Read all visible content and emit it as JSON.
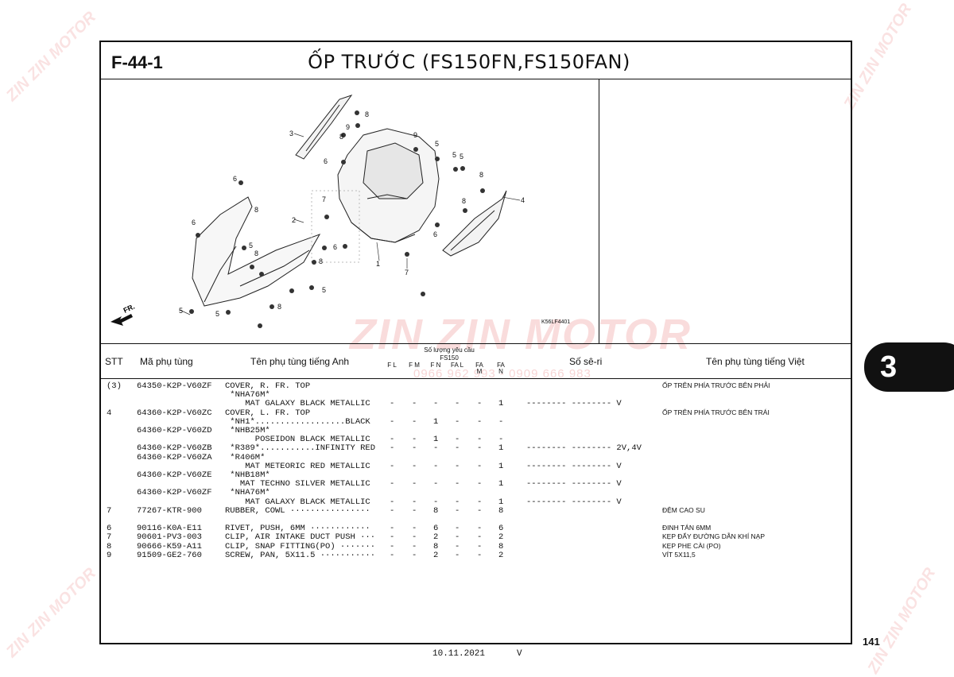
{
  "figure_code": "F-44-1",
  "title": "ỐP TRƯỚC (FS150FN,FS150FAN)",
  "drawing_code": "K56LF4401",
  "watermark": {
    "brand": "ZIN ZIN MOTOR",
    "phones": "0966 962 993 - 0909 666 983"
  },
  "callouts": [
    "1",
    "2",
    "3",
    "4",
    "5",
    "5",
    "5",
    "5",
    "5",
    "5",
    "5",
    "6",
    "6",
    "6",
    "6",
    "6",
    "7",
    "7",
    "8",
    "8",
    "8",
    "8",
    "8",
    "8",
    "8",
    "8",
    "9",
    "9"
  ],
  "direction_label": "FR.",
  "table_header": {
    "stt": "STT",
    "part_no": "Mã phụ tùng",
    "name_en": "Tên phụ tùng tiếng Anh",
    "qty_required": "Số lượng yêu cầu",
    "model": "FS150",
    "cols": [
      "F L",
      "F M",
      "F N",
      "FA L",
      "FA M",
      "FA N"
    ],
    "serial": "Số sê-ri",
    "name_vi": "Tên phụ tùng tiếng Việt"
  },
  "rows": [
    {
      "stt": "(3)",
      "part": "64350-K2P-V60ZF",
      "name": "COVER, R. FR. TOP",
      "qty": [
        "",
        "",
        "",
        "",
        "",
        ""
      ],
      "serial": "",
      "vi": "ỐP TRÊN PHÍA TRƯỚC BÊN PHẢI"
    },
    {
      "stt": "",
      "part": "",
      "name": " *NHA76M*",
      "qty": [
        "",
        "",
        "",
        "",
        "",
        ""
      ],
      "serial": "",
      "vi": ""
    },
    {
      "stt": "",
      "part": "",
      "name": "    MAT GALAXY BLACK METALLIC",
      "qty": [
        "-",
        "-",
        "-",
        "-",
        "-",
        "1"
      ],
      "serial": "-------- -------- V",
      "vi": ""
    },
    {
      "stt": "4",
      "part": "64360-K2P-V60ZC",
      "name": "COVER, L. FR. TOP",
      "qty": [
        "",
        "",
        "",
        "",
        "",
        ""
      ],
      "serial": "",
      "vi": "ỐP TRÊN PHÍA TRƯỚC BÊN TRÁI"
    },
    {
      "stt": "",
      "part": "",
      "name": " *NH1*..................BLACK",
      "qty": [
        "-",
        "-",
        "1",
        "-",
        "-",
        "-"
      ],
      "serial": "",
      "vi": ""
    },
    {
      "stt": "",
      "part": "64360-K2P-V60ZD",
      "name": " *NHB25M*",
      "qty": [
        "",
        "",
        "",
        "",
        "",
        ""
      ],
      "serial": "",
      "vi": ""
    },
    {
      "stt": "",
      "part": "",
      "name": "      POSEIDON BLACK METALLIC",
      "qty": [
        "-",
        "-",
        "1",
        "-",
        "-",
        "-"
      ],
      "serial": "",
      "vi": ""
    },
    {
      "stt": "",
      "part": "64360-K2P-V60ZB",
      "name": " *R389*...........INFINITY RED",
      "qty": [
        "-",
        "-",
        "-",
        "-",
        "-",
        "1"
      ],
      "serial": "-------- -------- 2V,4V",
      "vi": ""
    },
    {
      "stt": "",
      "part": "64360-K2P-V60ZA",
      "name": " *R406M*",
      "qty": [
        "",
        "",
        "",
        "",
        "",
        ""
      ],
      "serial": "",
      "vi": ""
    },
    {
      "stt": "",
      "part": "",
      "name": "    MAT METEORIC RED METALLIC",
      "qty": [
        "-",
        "-",
        "-",
        "-",
        "-",
        "1"
      ],
      "serial": "-------- -------- V",
      "vi": ""
    },
    {
      "stt": "",
      "part": "64360-K2P-V60ZE",
      "name": " *NHB18M*",
      "qty": [
        "",
        "",
        "",
        "",
        "",
        ""
      ],
      "serial": "",
      "vi": ""
    },
    {
      "stt": "",
      "part": "",
      "name": "   MAT TECHNO SILVER METALLIC",
      "qty": [
        "-",
        "-",
        "-",
        "-",
        "-",
        "1"
      ],
      "serial": "-------- -------- V",
      "vi": ""
    },
    {
      "stt": "",
      "part": "64360-K2P-V60ZF",
      "name": " *NHA76M*",
      "qty": [
        "",
        "",
        "",
        "",
        "",
        ""
      ],
      "serial": "",
      "vi": ""
    },
    {
      "stt": "",
      "part": "",
      "name": "    MAT GALAXY BLACK METALLIC",
      "qty": [
        "-",
        "-",
        "-",
        "-",
        "-",
        "1"
      ],
      "serial": "-------- -------- V",
      "vi": ""
    },
    {
      "stt": "7",
      "part": "77267-KTR-900",
      "name": "RUBBER, COWL ················",
      "qty": [
        "-",
        "-",
        "8",
        "-",
        "-",
        "8"
      ],
      "serial": "",
      "vi": "ĐỆM CAO SU"
    },
    {
      "stt": "",
      "part": "",
      "name": "",
      "qty": [
        "",
        "",
        "",
        "",
        "",
        ""
      ],
      "serial": "",
      "vi": ""
    },
    {
      "stt": "6",
      "part": "90116-K0A-E11",
      "name": "RIVET, PUSH, 6MM ············",
      "qty": [
        "-",
        "-",
        "6",
        "-",
        "-",
        "6"
      ],
      "serial": "",
      "vi": "ĐINH TÁN 6MM"
    },
    {
      "stt": "7",
      "part": "90601-PV3-003",
      "name": "CLIP, AIR INTAKE DUCT PUSH ···",
      "qty": [
        "-",
        "-",
        "2",
        "-",
        "-",
        "2"
      ],
      "serial": "",
      "vi": "KẸP ĐẨY ĐƯỜNG DẪN KHÍ NẠP"
    },
    {
      "stt": "8",
      "part": "90666-K59-A11",
      "name": "CLIP, SNAP FITTING(PO) ·······",
      "qty": [
        "-",
        "-",
        "8",
        "-",
        "-",
        "8"
      ],
      "serial": "",
      "vi": "KẸP PHE CÀI (PO)"
    },
    {
      "stt": "9",
      "part": "91509-GE2-760",
      "name": "SCREW, PAN, 5X11.5 ···········",
      "qty": [
        "-",
        "-",
        "2",
        "-",
        "-",
        "2"
      ],
      "serial": "",
      "vi": "VÍT 5X11,5"
    }
  ],
  "section_tab": "3",
  "page_number": "141",
  "footer_date": "10.11.2021",
  "footer_mark": "V"
}
